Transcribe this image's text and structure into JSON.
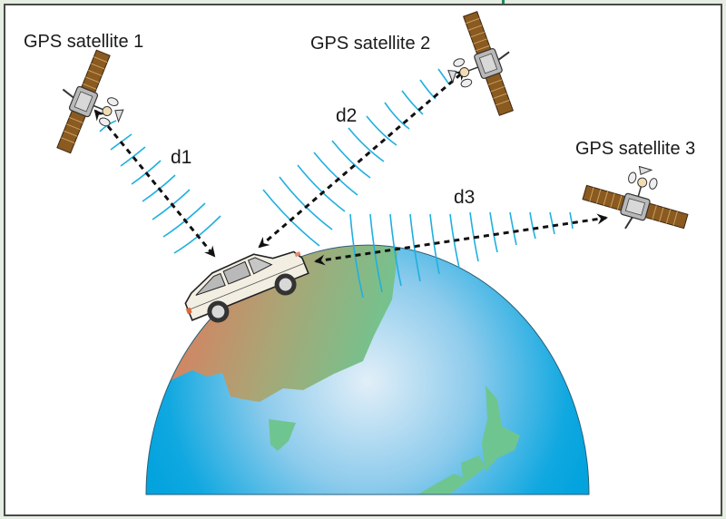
{
  "diagram": {
    "type": "gps-trilateration",
    "satellites": [
      {
        "label": "GPS satellite 1"
      },
      {
        "label": "GPS satellite 2"
      },
      {
        "label": "GPS satellite 3"
      }
    ],
    "distances": [
      {
        "label": "d1"
      },
      {
        "label": "d2"
      },
      {
        "label": "d3"
      }
    ],
    "receiver": "car-icon",
    "colors": {
      "signal_wave": "#1fb0e0",
      "ocean": "#0aa6e0",
      "ocean_highlight": "#dcecf6",
      "land": "#6cc490",
      "land_warm": "#d9805e",
      "solar_panel": "#8a5a20",
      "frame_border": "#4a4a4a",
      "outer_background": "#e6ede2"
    }
  }
}
